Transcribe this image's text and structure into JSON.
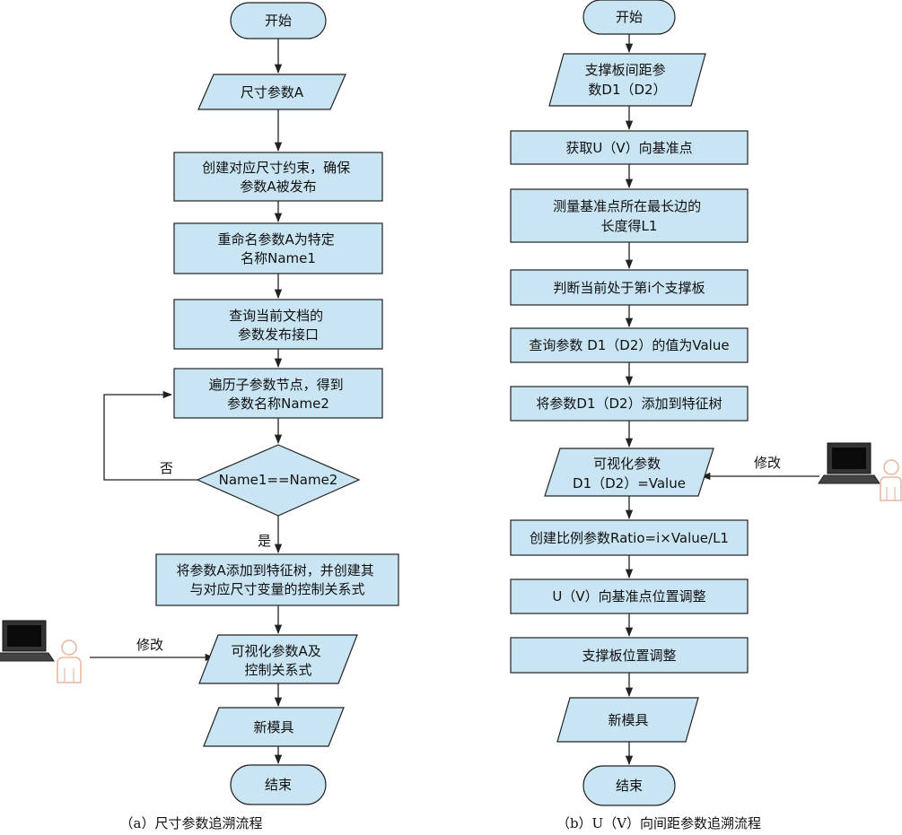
{
  "left": {
    "start": "开始",
    "input": "尺寸参数A",
    "step_create": [
      "创建对应尺寸约束，确保",
      "参数A被发布"
    ],
    "step_rename": [
      "重命名参数A为特定",
      "名称Name1"
    ],
    "step_query": [
      "查询当前文档的",
      "参数发布接口"
    ],
    "step_traverse": [
      "遍历子参数节点，得到",
      "参数名称Name2"
    ],
    "decision": "Name1==Name2",
    "label_no": "否",
    "label_yes": "是",
    "step_add": [
      "将参数A添加到特征树，并创建其",
      "与对应尺寸变量的控制关系式"
    ],
    "visual": [
      "可视化参数A及",
      "控制关系式"
    ],
    "label_modify": "修改",
    "new_mold": "新模具",
    "end": "结束",
    "caption": "（a）尺寸参数追溯流程"
  },
  "right": {
    "start": "开始",
    "input": [
      "支撑板间距参",
      "数D1（D2）"
    ],
    "step_ref": "获取U（V）向基准点",
    "step_measure": [
      "测量基准点所在最长边的",
      "长度得L1"
    ],
    "step_judge": "判断当前处于第i个支撑板",
    "step_query": "查询参数 D1（D2）的值为Value",
    "step_add": "将参数D1（D2）添加到特征树",
    "visual": [
      "可视化参数",
      "D1（D2）=Value"
    ],
    "label_modify": "修改",
    "step_ratio": "创建比例参数Ratio=i×Value/L1",
    "step_adjust_ref": "U（V）向基准点位置调整",
    "step_adjust_plate": "支撑板位置调整",
    "new_mold": "新模具",
    "end": "结束",
    "caption": "（b）U（V）向间距参数追溯流程"
  },
  "colors": {
    "node_fill": "#c9e4f2",
    "stroke": "#222222"
  },
  "icons": [
    "computer-icon",
    "user-icon"
  ]
}
